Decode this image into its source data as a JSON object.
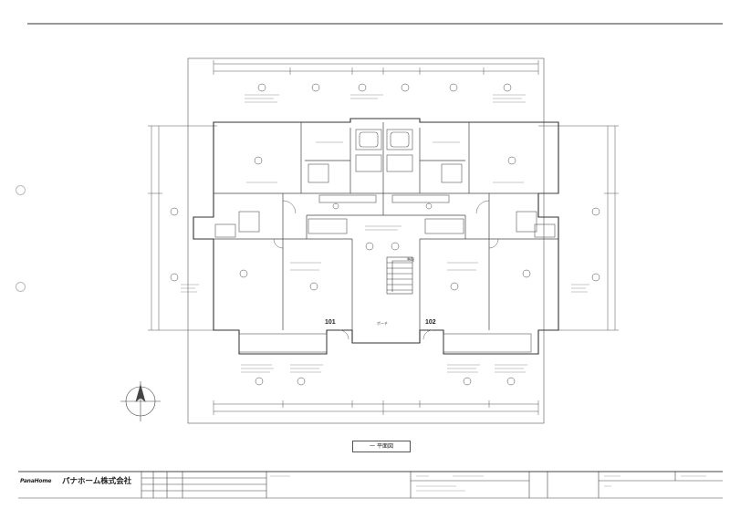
{
  "drawing": {
    "sheet_title": "一 平面図",
    "units": [
      {
        "number": "101"
      },
      {
        "number": "102"
      }
    ],
    "hall_label": "ポーチ",
    "stair_label": "階段"
  },
  "title_block": {
    "brand_en": "PanaHome",
    "brand_jp": "パナホーム株式会社"
  },
  "colors": {
    "line": "#333333",
    "light_line": "#888888",
    "background": "#ffffff"
  }
}
